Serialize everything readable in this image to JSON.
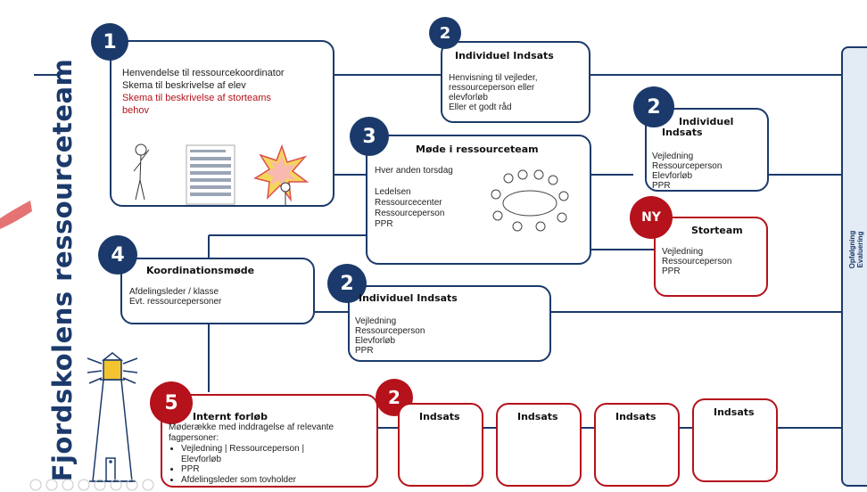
{
  "colors": {
    "navy": "#1b3a6b",
    "red": "#b5121b",
    "panel": "#e3ebf5"
  },
  "vertical_title": "Fjordskolens ressourceteam",
  "right_panel": {
    "line1": "Opfølgning",
    "line2": "Evaluering"
  },
  "box1": {
    "badge": "1",
    "lines": [
      "Henvendelse til ressourcekoordinator",
      "Skema til beskrivelse af elev"
    ],
    "red_lines": [
      "Skema til beskrivelse af storteams",
      "behov"
    ]
  },
  "box2a": {
    "badge": "2",
    "title": "Individuel Indsats",
    "lines": [
      "Henvisning til vejleder,",
      "ressourceperson eller",
      "elevforløb",
      "Eller et godt råd"
    ]
  },
  "box2b": {
    "badge": "2",
    "title_lines": [
      "Individuel",
      "Indsats"
    ],
    "lines": [
      "Vejledning",
      "Ressourceperson",
      "Elevforløb",
      "PPR"
    ]
  },
  "box3": {
    "badge": "3",
    "title": "Møde i ressourceteam",
    "lines": [
      "Hver anden torsdag",
      "",
      "Ledelsen",
      "Ressourcecenter",
      "Ressourceperson",
      "PPR"
    ]
  },
  "boxNY": {
    "badge": "NY",
    "title": "Storteam",
    "lines": [
      "Vejledning",
      "Ressourceperson",
      "PPR"
    ]
  },
  "box4": {
    "badge": "4",
    "title": "Koordinationsmøde",
    "lines": [
      "Afdelingsleder / klasse",
      "Evt. ressourcepersoner"
    ]
  },
  "box2c": {
    "badge": "2",
    "title": "Individuel Indsats",
    "lines": [
      "Vejledning",
      "Ressourceperson",
      "Elevforløb",
      "PPR"
    ]
  },
  "box5": {
    "badge": "5",
    "title": "Internt forløb",
    "intro": [
      "Møderække med inddragelse af relevante",
      "fagpersoner:"
    ],
    "bullets": [
      "Vejledning | Ressourceperson |",
      "PPR",
      "Afdelingsleder som tovholder"
    ],
    "bullet1_cont": "Elevforløb"
  },
  "indsats_badge": "2",
  "indsats_boxes": [
    "Indsats",
    "Indsats",
    "Indsats",
    "Indsats"
  ]
}
